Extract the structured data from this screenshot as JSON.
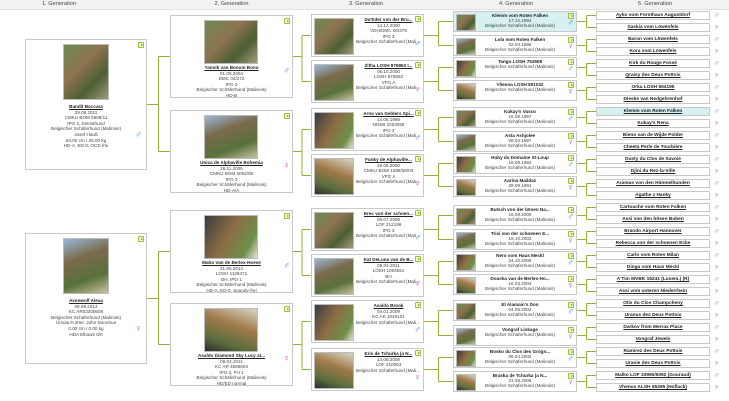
{
  "headers": [
    "1. Generation",
    "2. Generation",
    "3. Generation",
    "4. Generation",
    "5. Generation"
  ],
  "gen1": [
    {
      "name": "Bandit Boccara",
      "lines": [
        "29.08.2011",
        "CMKU BOM 5508/11",
        "IPO 3, Diensthund",
        "Belgischer Schäferhund (Malinois)",
        "Josef Hauß",
        "64.00 cm / 35.00 kg",
        "HD-A, ED-0, OCD frei"
      ],
      "sex": "male"
    },
    {
      "name": "Avonwolf Alexa",
      "lines": [
        "09.08.2014",
        "KC AR03300608",
        "Belgischer Schäferhund (Malinois)",
        "Ursula Furtter, John Donohue",
        "0.00 cm / 0.00 kg",
        "HDA Elbows 0/0"
      ],
      "sex": "female"
    }
  ],
  "gen2": [
    {
      "name": "Yannik van Bonum Bono",
      "lines": [
        "01.08.2004",
        "DMC 04/272",
        "IPO 3",
        "Belgischer Schäferhund (Malinois)",
        "HD-B"
      ],
      "sex": "male"
    },
    {
      "name": "Unica de Alphaville Bohemia",
      "lines": [
        "28.11.2005",
        "CMKU BOM 3062/05",
        "IPO 3",
        "Belgischer Schäferhund (Malinois)",
        "HD-A/A"
      ],
      "sex": "female"
    },
    {
      "name": "Maho Van de Berlex-Hoeve",
      "lines": [
        "21.05.2013",
        "LOSH 1128471",
        "BH, IPO 1",
        "Belgischer Schäferhund (Malinois)",
        "HD-A, ED-0, Spondy-frei"
      ],
      "sex": "male"
    },
    {
      "name": "Asaldo Diamond Sky Lucy at...",
      "lines": [
        "06.04.2011",
        "KC AR 4596604",
        "IPO 3, FH 1",
        "Belgischer Schäferhund (Malinois)",
        "HD/ED normal"
      ],
      "sex": "female"
    }
  ],
  "gen3": [
    {
      "name": "Da'Eder von der Bru...",
      "lines": [
        "14.12.2000",
        "VDH/DMC 00/378",
        "IPO 3",
        "Belgischer Schäferhund (Malinois)"
      ],
      "sex": "male"
    },
    {
      "name": "Zitha LOSH 876863 I...",
      "lines": [
        "05.10.2000",
        "LOSH 876863",
        "VPG A",
        "Belgischer Schäferhund (Malinois)"
      ],
      "sex": "female"
    },
    {
      "name": "Arno van Gelders Spi...",
      "lines": [
        "14.05.1999",
        "NHSB 2253058",
        "IPO 3",
        "Belgischer Schäferhund (Malinois)"
      ],
      "sex": "male"
    },
    {
      "name": "Funky de Alphaville...",
      "lines": [
        "19.05.2000",
        "CMKU BOM 1599/00/03",
        "VPG A",
        "Belgischer Schäferhund (Malinois)"
      ],
      "sex": "female"
    },
    {
      "name": "Erec von der schoen...",
      "lines": [
        "05.07.2009",
        "LOF 212196",
        "IPO 3",
        "Belgischer Schäferhund (Malinois)"
      ],
      "sex": "male"
    },
    {
      "name": "Kat DeLuna van de B...",
      "lines": [
        "05.04.2011",
        "LOSH 1094551",
        "BH",
        "Belgischer Schäferhund (Malinois)"
      ],
      "sex": "female"
    },
    {
      "name": "Asaldo Brook",
      "lines": [
        "04.01.2009",
        "KC AK 1049101",
        "Belgischer Schäferhund (Malinois)"
      ],
      "sex": "male"
    },
    {
      "name": "Eris de Tchurka (a N...",
      "lines": [
        "14.06.2009",
        "LOF 210053",
        "Belgischer Schäferhund (Malinois)"
      ],
      "sex": "female"
    }
  ],
  "gen4": [
    {
      "name": "Klemm vom Roten Falken",
      "lines": [
        "17.12.1994",
        "Belgischer Schäferhund (Malinois)"
      ],
      "sex": "male",
      "hl": true
    },
    {
      "name": "Lola vom Roten Falken",
      "lines": [
        "02.04.1995",
        "Belgischer Schäferhund (Malinois)"
      ],
      "sex": "female"
    },
    {
      "name": "Tango LOSH 752508",
      "lines": [
        "Belgischer Schäferhund (Malinois)"
      ],
      "sex": "male"
    },
    {
      "name": "Vlienna LOSH 801032",
      "lines": [
        "Belgischer Schäferhund (Malinois)"
      ],
      "sex": "female"
    },
    {
      "name": "Kukay's Vasco",
      "lines": [
        "16.08.1997",
        "Belgischer Schäferhund (Malinois)"
      ],
      "sex": "male"
    },
    {
      "name": "Asta Ashjolee",
      "lines": [
        "08.04.1997",
        "Belgischer Schäferhund (Malinois)"
      ],
      "sex": "female"
    },
    {
      "name": "Huby du Domaine St-Loup",
      "lines": [
        "16.09.1992",
        "Belgischer Schäferhund (Malinois)"
      ],
      "sex": "male"
    },
    {
      "name": "Aarina Maildaz",
      "lines": [
        "28.09.1991",
        "Belgischer Schäferhund (Malinois)"
      ],
      "sex": "female"
    },
    {
      "name": "Butsch von der bösen Na...",
      "lines": [
        "16.06.2000",
        "Belgischer Schäferhund (Malinois)"
      ],
      "sex": "male"
    },
    {
      "name": "Trixi von der schoenen E...",
      "lines": [
        "19.10.2002",
        "Belgischer Schäferhund (Malinois)"
      ],
      "sex": "female"
    },
    {
      "name": "Nero vom Haus Meckl",
      "lines": [
        "24.10.2005",
        "Belgischer Schäferhund (Malinois)"
      ],
      "sex": "male"
    },
    {
      "name": "Douska van de Berlex-Ho...",
      "lines": [
        "16.03.2004",
        "Belgischer Schäferhund (Malinois)"
      ],
      "sex": "female"
    },
    {
      "name": "El Alamain's Don",
      "lines": [
        "04.05.2002",
        "Belgischer Schäferhund (Malinois)"
      ],
      "sex": "male"
    },
    {
      "name": "Vongraf Linkage",
      "lines": [
        "Belgischer Schäferhund (Malinois)"
      ],
      "sex": "female"
    },
    {
      "name": "Bosko du Clos des Grogn...",
      "lines": [
        "06.04.2002",
        "Belgischer Schäferhund (Malinois)"
      ],
      "sex": "male"
    },
    {
      "name": "Braska de Tchurka (a N...",
      "lines": [
        "21.06.2006",
        "Belgischer Schäferhund (Malinois)"
      ],
      "sex": "female"
    }
  ],
  "gen5": [
    {
      "name": "Ayko vom Forsthaus Augustdorf",
      "sex": "male"
    },
    {
      "name": "Saskia vom Löwenfels",
      "sex": "female"
    },
    {
      "name": "Baron vom Löwenfels",
      "sex": "male"
    },
    {
      "name": "Kora vom Löwenfels",
      "sex": "female"
    },
    {
      "name": "Kirk du Rouge Fossé",
      "sex": "male"
    },
    {
      "name": "Qraisy des Deux Pottois",
      "sex": "female"
    },
    {
      "name": "Orka LOSH 654195",
      "sex": "male"
    },
    {
      "name": "Dieske van Nedgehrenhof",
      "sex": "female"
    },
    {
      "name": "Klemm vom Roten Falken",
      "sex": "male",
      "hl": true
    },
    {
      "name": "Kukay's Rena",
      "sex": "female"
    },
    {
      "name": "Bieno van de Wijde Polder",
      "sex": "male"
    },
    {
      "name": "Cheeta Perle de Tourbière",
      "sex": "female"
    },
    {
      "name": "Dusty du Clos de Savoie",
      "sex": "male"
    },
    {
      "name": "Djini du Rez-la-Ville",
      "sex": "female"
    },
    {
      "name": "Aramus von den Himmelhunden",
      "sex": "male"
    },
    {
      "name": "Agathe z Hanky",
      "sex": "female"
    },
    {
      "name": "Cartouche vom Roten Falken",
      "sex": "male"
    },
    {
      "name": "Assi von den bösen Buben",
      "sex": "female"
    },
    {
      "name": "Brando Airport Hannover",
      "sex": "male"
    },
    {
      "name": "Rebecca von der schoenen Ecke",
      "sex": "female"
    },
    {
      "name": "Carlo vom Roten Milan",
      "sex": "male"
    },
    {
      "name": "Dinga vom Haus Meckl",
      "sex": "female"
    },
    {
      "name": "A'Tim MVBK 16241 (Luxem.) (R)",
      "sex": "male"
    },
    {
      "name": "Assi vom unteren Niederrhein",
      "sex": "female"
    },
    {
      "name": "Otis du Clos Champcheny",
      "sex": "male"
    },
    {
      "name": "Uranus des Deux Pottois",
      "sex": "female"
    },
    {
      "name": "Darkov from Merrax Place",
      "sex": "male"
    },
    {
      "name": "Vongraf Jewels",
      "sex": "female"
    },
    {
      "name": "Ramirez des Deux Pottois",
      "sex": "male"
    },
    {
      "name": "Uranie des Deux Pottois",
      "sex": "female"
    },
    {
      "name": "Malko LOF 33990/5092 (Gouraud)",
      "sex": "male"
    },
    {
      "name": "Vhenus ALSH 55395 (Hoflack)",
      "sex": "female"
    }
  ]
}
